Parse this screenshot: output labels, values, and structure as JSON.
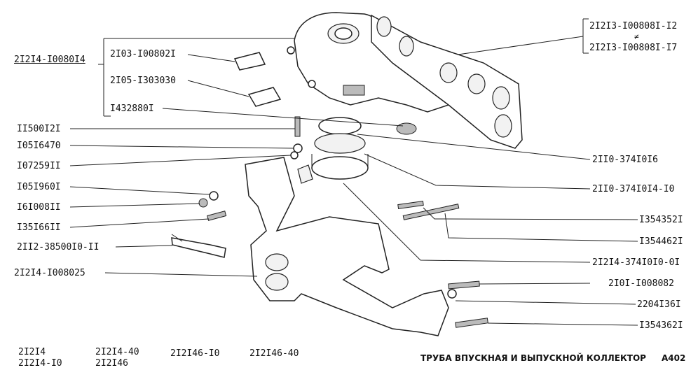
{
  "labels": {
    "group_main": "2I2I4-I0080I4",
    "stud_fitting": "2I03-I00802I",
    "sensor_plug": "2I05-I303030",
    "plug": "I432880I",
    "stud_1": "II500I2I",
    "washer_1": "I05I6470",
    "washer_2": "I07259II",
    "nut_1": "I05I960I",
    "nut_2": "I6I008II",
    "stud_2": "I35I66II",
    "lambda_sensor": "2II2-38500I0-II",
    "exhaust_manifold": "2I2I4-I008025",
    "gasket_a": "2I2I3-I00808I-I2",
    "gasket_sep": "≠",
    "gasket_b": "2I2I3-I00808I-I7",
    "ring_1": "2II0-374I0I6",
    "ring_2": "2II0-374I0I4-I0",
    "stud_r1": "I354352I",
    "stud_r2": "I354462I",
    "pipe_asm": "2I2I4-374I0I0-0I",
    "stud_r3": "2I0I-I008082",
    "washer_r": "2204I36I",
    "stud_r4": "I354362I"
  },
  "footer": {
    "model_a1": "2I2I4",
    "model_a2": "2I2I4-I0",
    "model_b1": "2I2I4-40",
    "model_b2": "2I2I46",
    "model_c": "2I2I46-I0",
    "model_d": "2I2I46-40",
    "title": "ТРУБА ВПУСКНАЯ И ВЫПУСКНОЙ КОЛЛЕКТОР",
    "code": "A402"
  }
}
